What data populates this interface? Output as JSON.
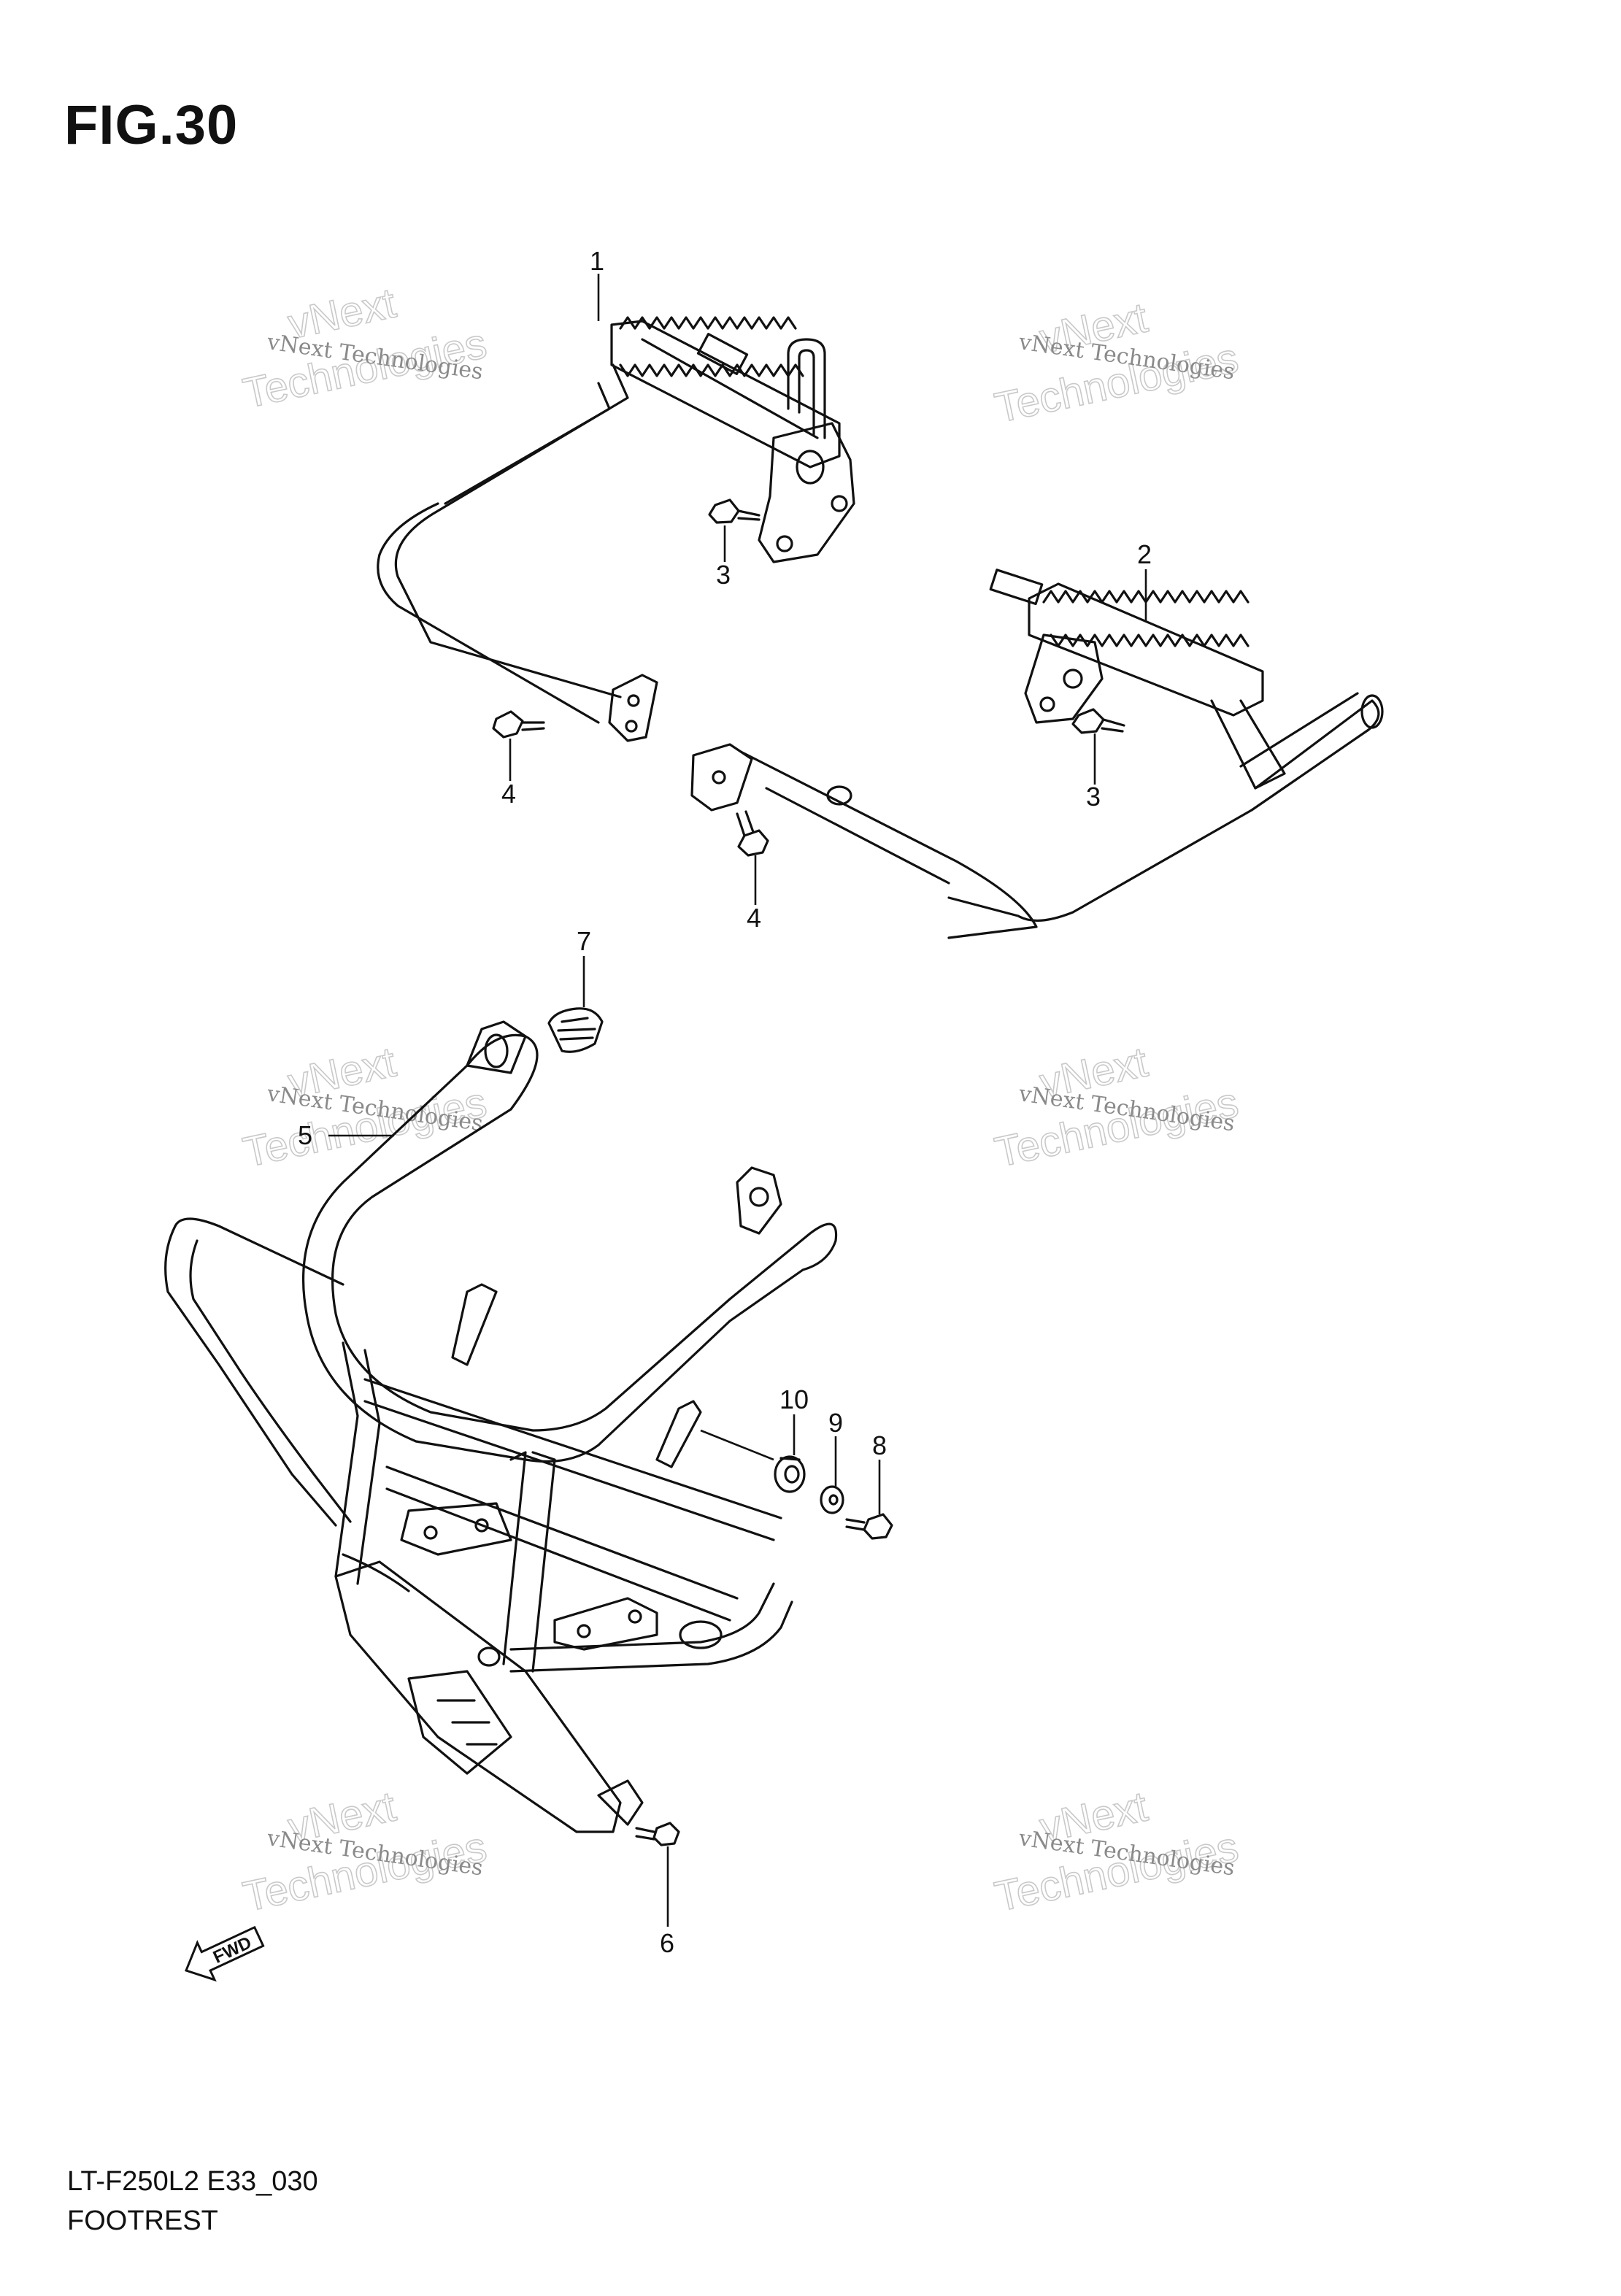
{
  "figure": {
    "title": "FIG.30",
    "model_code": "LT-F250L2 E33_030",
    "section_name": "FOOTREST"
  },
  "callouts": [
    "1",
    "2",
    "3",
    "3",
    "4",
    "4",
    "5",
    "6",
    "7",
    "8",
    "9",
    "10"
  ],
  "watermark": {
    "line1": "vNext Technologies",
    "line2": "Technologies",
    "line3": "vNext"
  },
  "direction_arrow": {
    "label": "FWD"
  }
}
